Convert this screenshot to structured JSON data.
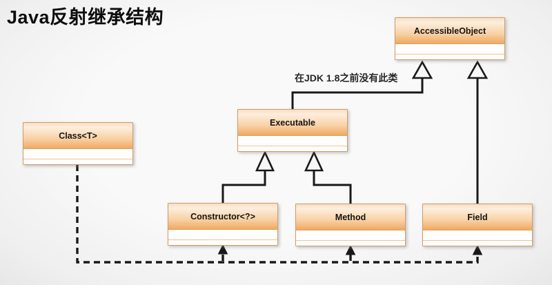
{
  "title": "Java反射继承结构",
  "annotation": "在JDK 1.8之前没有此类",
  "classes": {
    "accessible_object": {
      "label": "AccessibleObject"
    },
    "executable": {
      "label": "Executable"
    },
    "class_t": {
      "label": "Class<T>"
    },
    "constructor": {
      "label": "Constructor<?>"
    },
    "method": {
      "label": "Method"
    },
    "field": {
      "label": "Field"
    }
  },
  "relations": [
    {
      "from": "Executable",
      "to": "AccessibleObject",
      "type": "inheritance"
    },
    {
      "from": "Field",
      "to": "AccessibleObject",
      "type": "inheritance"
    },
    {
      "from": "Constructor<?>",
      "to": "Executable",
      "type": "inheritance"
    },
    {
      "from": "Method",
      "to": "Executable",
      "type": "inheritance"
    },
    {
      "from": "Class<T>",
      "to": "Constructor<?>, Method, Field",
      "type": "dashed-dependency"
    }
  ],
  "colors": {
    "background": "#f7f7f7",
    "box_border": "#cf9c66",
    "header_gradient_top": "#fdeedd",
    "header_gradient_bottom": "#f1a962",
    "line": "#191919",
    "text": "#141414"
  }
}
